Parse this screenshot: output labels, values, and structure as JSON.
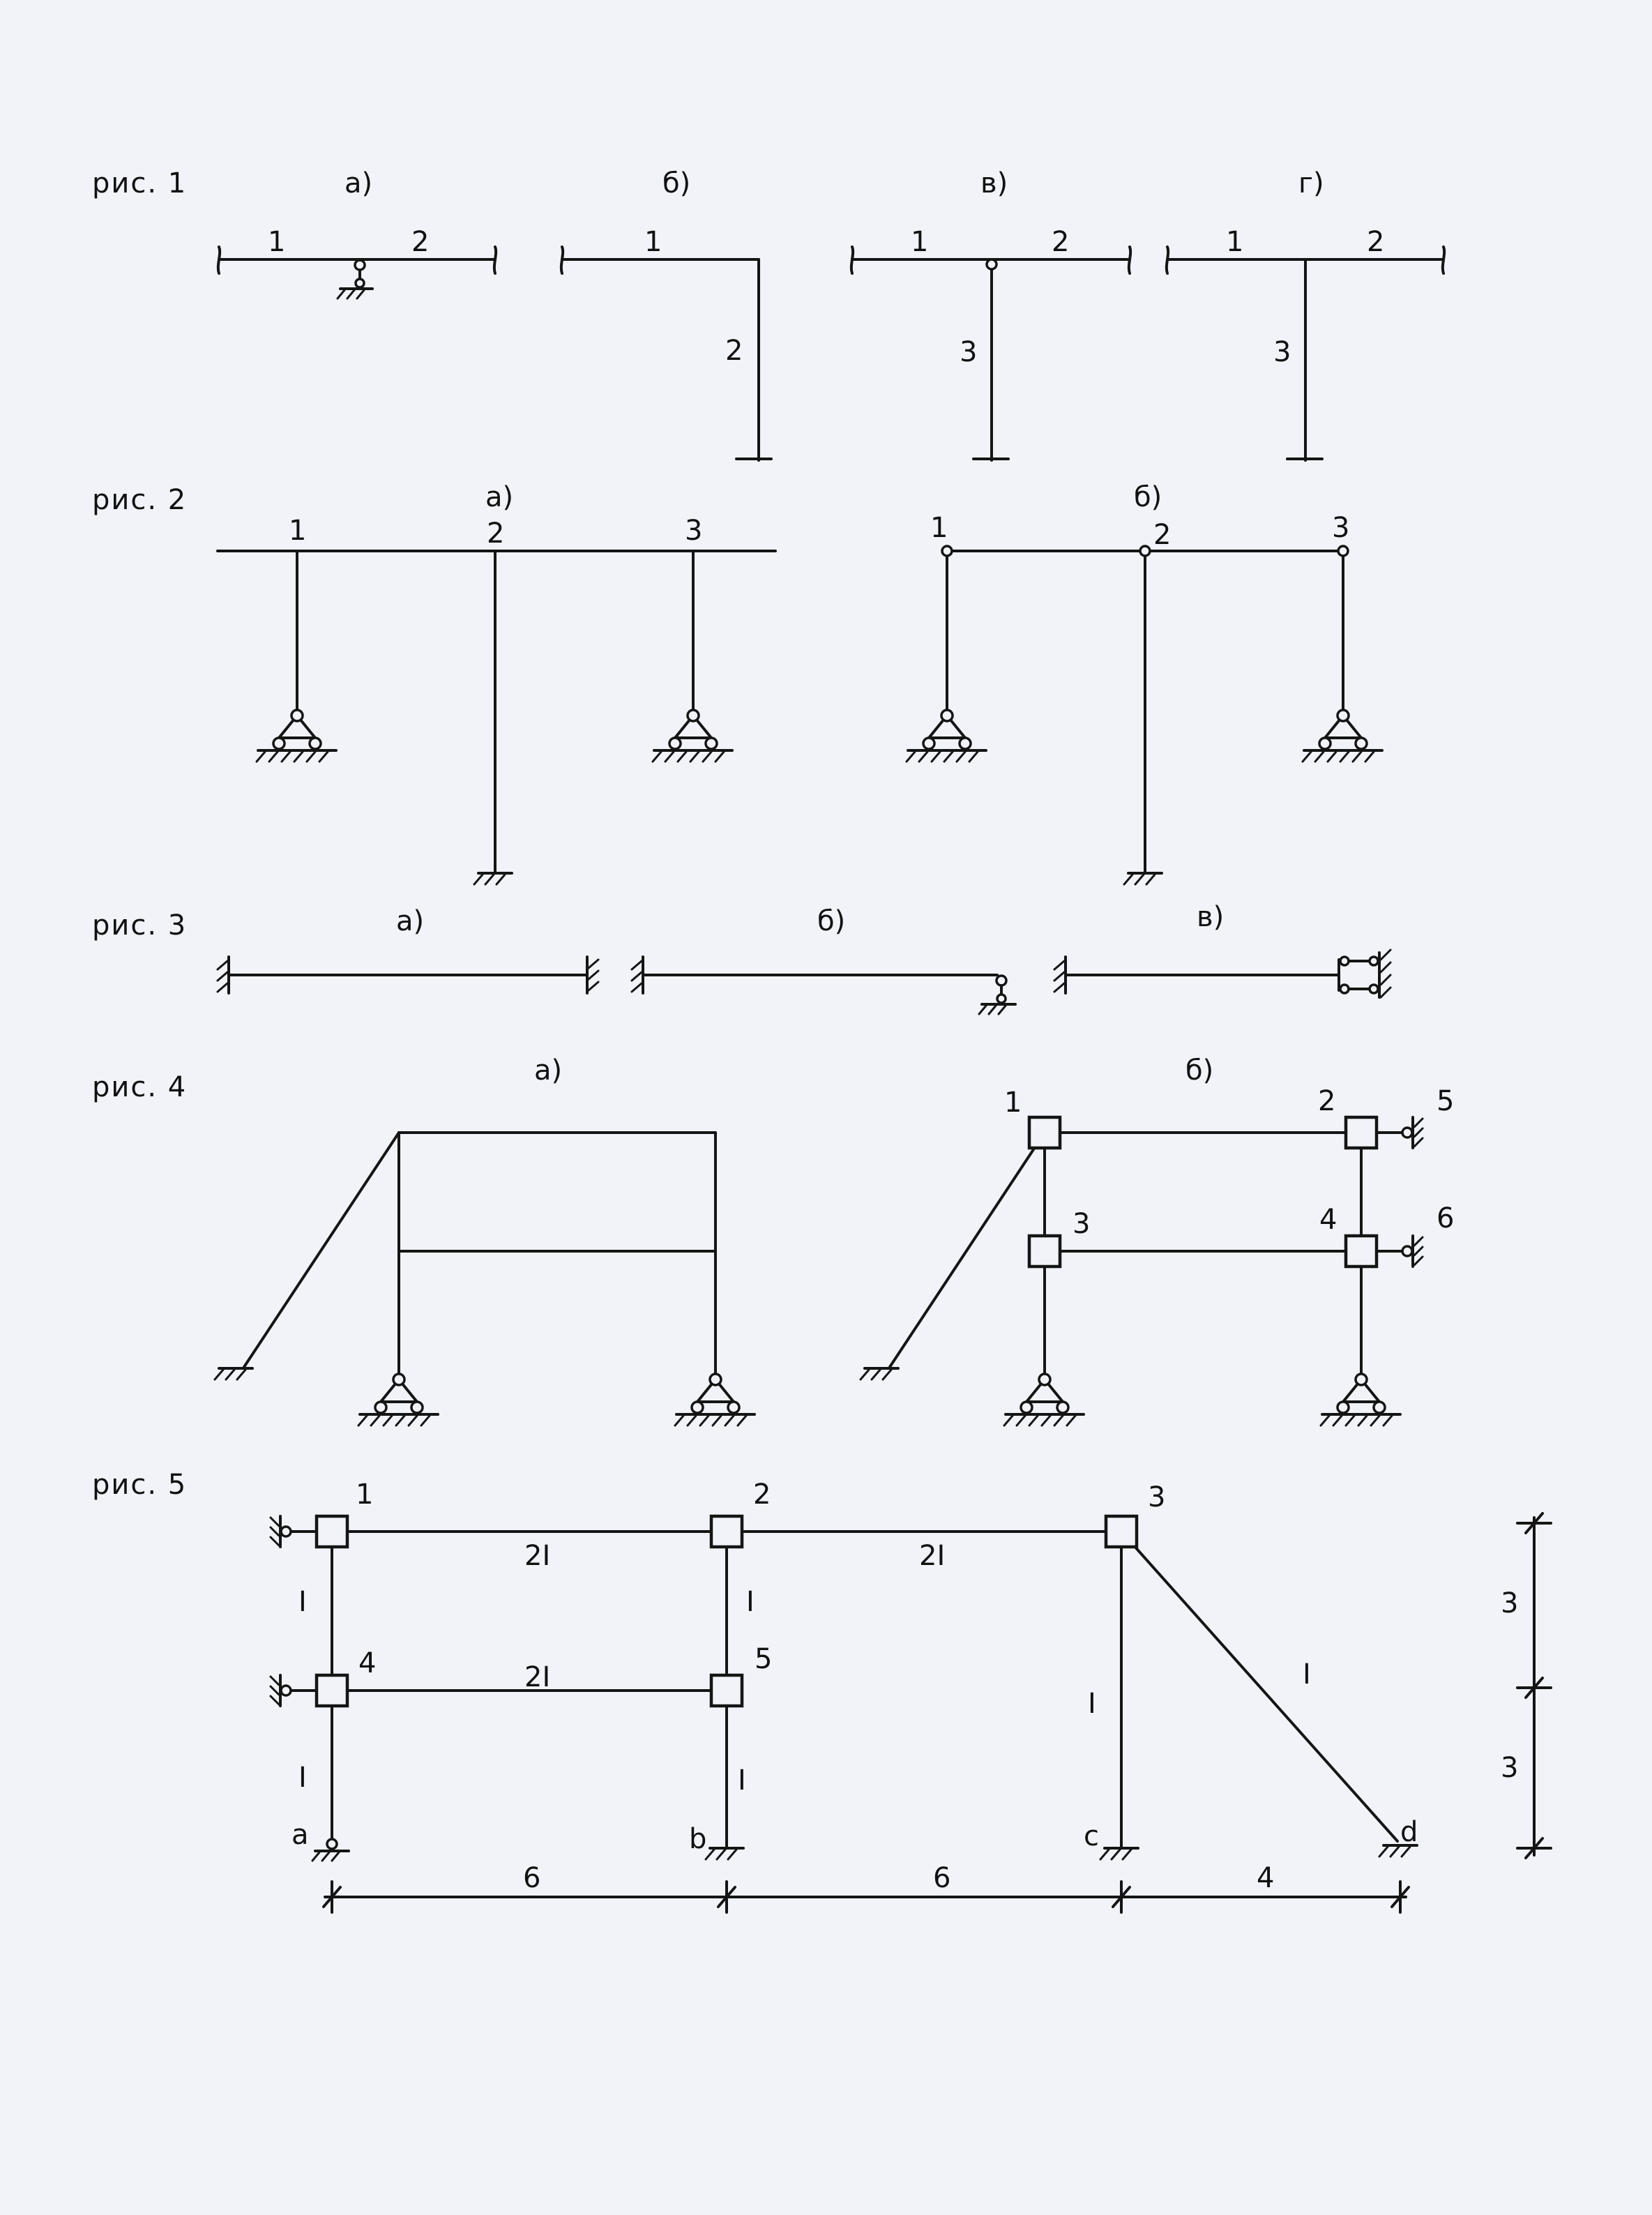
{
  "figures": [
    {
      "label": "рис. 1",
      "variants": [
        {
          "label": "а)",
          "members": [
            "1",
            "2"
          ]
        },
        {
          "label": "б)",
          "members": [
            "1",
            "2"
          ]
        },
        {
          "label": "в)",
          "members": [
            "1",
            "2",
            "3"
          ]
        },
        {
          "label": "г)",
          "members": [
            "1",
            "2",
            "3"
          ]
        }
      ]
    },
    {
      "label": "рис. 2",
      "variants": [
        {
          "label": "а)",
          "nodes": [
            "1",
            "2",
            "3"
          ]
        },
        {
          "label": "б)",
          "nodes": [
            "1",
            "2",
            "3"
          ]
        }
      ]
    },
    {
      "label": "рис. 3",
      "variants": [
        {
          "label": "а)"
        },
        {
          "label": "б)"
        },
        {
          "label": "в)"
        }
      ]
    },
    {
      "label": "рис. 4",
      "variants": [
        {
          "label": "а)"
        },
        {
          "label": "б)",
          "nodes": [
            "1",
            "2",
            "3",
            "4",
            "5",
            "6"
          ]
        }
      ]
    },
    {
      "label": "рис. 5",
      "nodes": [
        "1",
        "2",
        "3",
        "4",
        "5"
      ],
      "supports": [
        "a",
        "b",
        "c",
        "d"
      ],
      "stiffness": {
        "beam_1_2": "2I",
        "beam_2_3": "2I",
        "beam_4_5": "2I",
        "col_1_4": "I",
        "col_4_a": "I",
        "col_2_5": "I",
        "col_5_b": "I",
        "col_3_c": "I",
        "brace_3_d": "I"
      },
      "spans": [
        "6",
        "6",
        "4"
      ],
      "heights": [
        "3",
        "3"
      ]
    }
  ]
}
